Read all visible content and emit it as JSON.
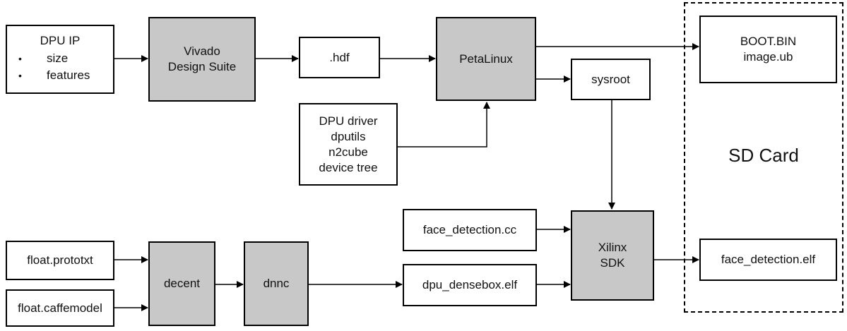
{
  "nodes": {
    "dpu_ip": {
      "title": "DPU IP",
      "bullets": [
        "size",
        "features"
      ]
    },
    "vivado": {
      "lines": [
        "Vivado",
        "Design Suite"
      ]
    },
    "hdf": {
      "label": ".hdf"
    },
    "petalinux": {
      "label": "PetaLinux"
    },
    "boot": {
      "lines": [
        "BOOT.BIN",
        "image.ub"
      ]
    },
    "sysroot": {
      "label": "sysroot"
    },
    "driver": {
      "lines": [
        "DPU driver",
        "dputils",
        "n2cube",
        "device tree"
      ]
    },
    "sd_card": {
      "label": "SD Card"
    },
    "face_cc": {
      "label": "face_detection.cc"
    },
    "xilinx_sdk": {
      "lines": [
        "Xilinx",
        "SDK"
      ]
    },
    "face_elf": {
      "label": "face_detection.elf"
    },
    "prototxt": {
      "label": "float.prototxt"
    },
    "caffemodel": {
      "label": "float.caffemodel"
    },
    "decent": {
      "label": "decent"
    },
    "dnnc": {
      "label": "dnnc"
    },
    "densebox": {
      "label": "dpu_densebox.elf"
    }
  },
  "bullet_glyph": "•",
  "colors": {
    "process_fill": "#c8c8c8",
    "line": "#000000"
  }
}
